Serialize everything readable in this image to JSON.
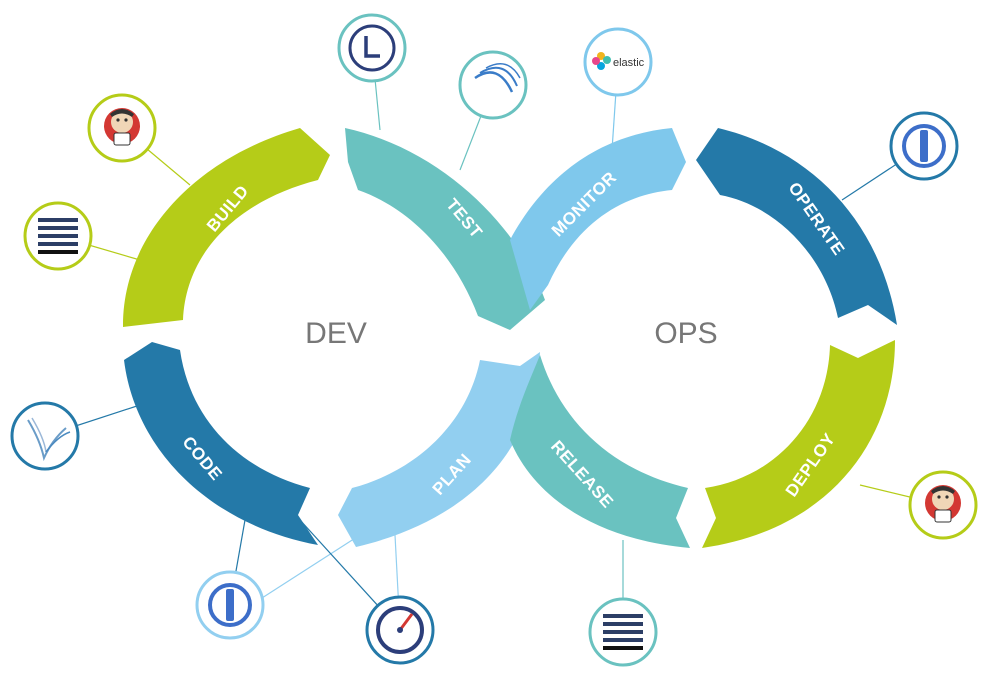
{
  "diagram": {
    "center_left": "DEV",
    "center_right": "OPS",
    "stages": {
      "build": "BUILD",
      "test": "TEST",
      "monitor": "MONITOR",
      "operate": "OPERATE",
      "code": "CODE",
      "plan": "PLAN",
      "release": "RELEASE",
      "deploy": "DEPLOY"
    },
    "logos": {
      "monitor_tool": "elastic"
    },
    "colors": {
      "lime": "#b5cc18",
      "teal": "#6ac2c0",
      "sky": "#7fc8ec",
      "blue": "#2479a8",
      "light_blue": "#92cff0"
    }
  }
}
